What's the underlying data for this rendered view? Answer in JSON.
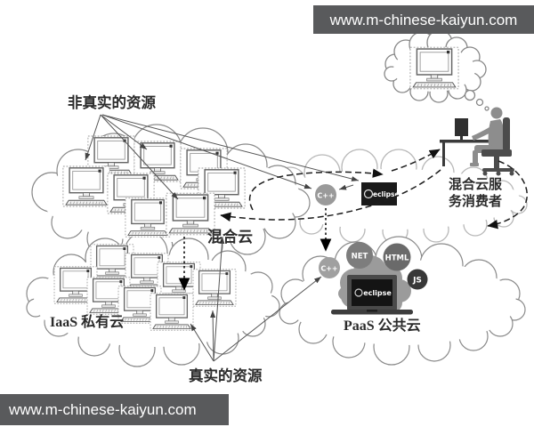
{
  "watermark": {
    "top_text": "www.m-chinese-kaiyun.com",
    "bottom_text": "www.m-chinese-kaiyun.com",
    "bar_color": "#595a5c",
    "text_color": "#ffffff"
  },
  "diagram": {
    "labels": {
      "nonreal_resources": "非真实的资源",
      "hybrid_cloud": "混合云",
      "iaas_private_cloud": "IaaS 私有云",
      "paas_public_cloud": "PaaS 公共云",
      "real_resources": "真实的资源",
      "consumer_line1": "混合云服",
      "consumer_line2": "务消费者"
    },
    "badges": {
      "cpp_top": "C++",
      "eclipse_top": "eclipse",
      "cpp_bottom": "C++",
      "net": "NET",
      "html": "HTML",
      "js": "JS",
      "eclipse_bottom": "eclipse"
    },
    "colors": {
      "cloud_stroke": "#8a8a8a",
      "service_cloud_stroke": "#b8b8b8",
      "badge_gray": "#9e9e9e",
      "badge_dark": "#3d3d3d",
      "eclipse_box": "#1a1a1a",
      "person": "#8d8d8d",
      "chair": "#4c4c4c"
    }
  }
}
